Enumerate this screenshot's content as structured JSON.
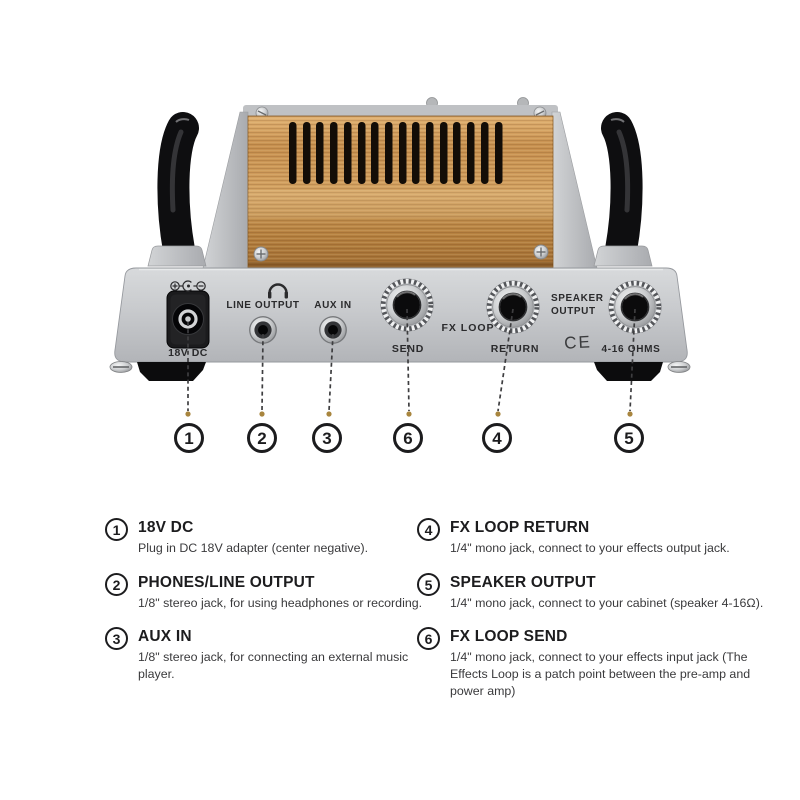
{
  "panel": {
    "dc_label": "18V DC",
    "line_output_label": "LINE OUTPUT",
    "aux_in_label": "AUX IN",
    "fx_loop_label": "FX LOOP",
    "send_label": "SEND",
    "return_label": "RETURN",
    "speaker_line1": "SPEAKER",
    "speaker_line2": "OUTPUT",
    "ce_mark": "CE",
    "ohms_label": "4-16 OHMS",
    "icons": {
      "headphone_icon": "headphones glyph above LINE OUTPUT",
      "polarity_icon": "DC center-negative polarity symbol above 18V DC jack"
    }
  },
  "callouts": {
    "numbers": [
      "1",
      "2",
      "3",
      "6",
      "4",
      "5"
    ]
  },
  "legend": {
    "items": [
      {
        "number": "1",
        "title": "18V DC",
        "description": "Plug in DC 18V adapter (center negative)."
      },
      {
        "number": "2",
        "title": "PHONES/LINE OUTPUT",
        "description": "1/8\" stereo jack, for using headphones or recording."
      },
      {
        "number": "3",
        "title": "AUX IN",
        "description": "1/8\" stereo jack, for connecting an external music player."
      },
      {
        "number": "4",
        "title": "FX LOOP RETURN",
        "description": "1/4\" mono jack, connect to your effects output jack."
      },
      {
        "number": "5",
        "title": "SPEAKER OUTPUT",
        "description": "1/4\" mono jack, connect to your cabinet (speaker 4-16Ω)."
      },
      {
        "number": "6",
        "title": "FX LOOP SEND",
        "description": "1/4\" mono jack, connect to your effects input jack (The Effects Loop is a patch point between the pre-amp and power amp)"
      }
    ]
  },
  "colors": {
    "background": "#ffffff",
    "chassis_silver": "#c7c9cc",
    "wood_copper": "#c68f4e",
    "handle_black": "#0e0e10",
    "callout_dot_gold": "#a8853e",
    "text_dark": "#1c1c1e"
  }
}
